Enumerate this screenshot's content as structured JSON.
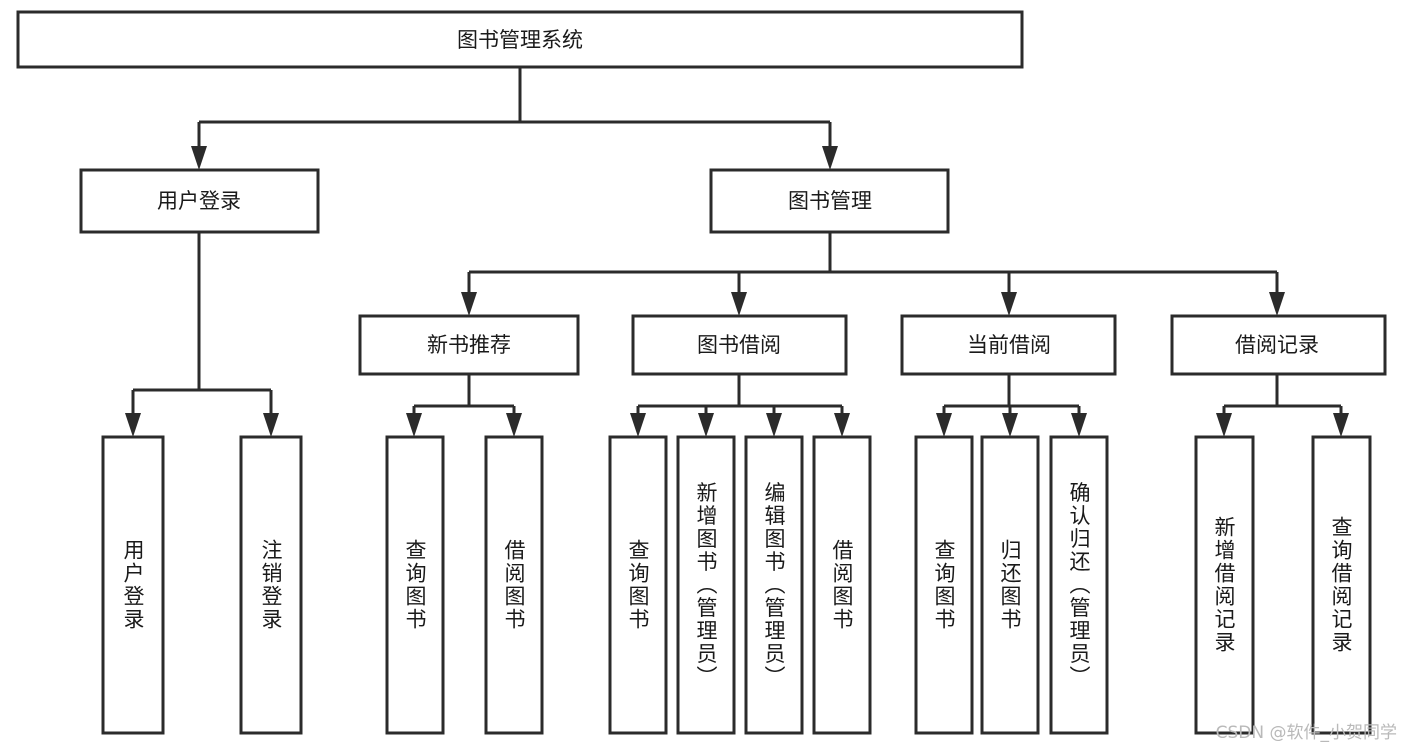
{
  "diagram": {
    "title": "图书管理系统",
    "type": "tree",
    "watermark": "CSDN @软件_小贺同学",
    "colors": {
      "stroke": "#2b2b2b",
      "fill": "#ffffff",
      "text": "#1a1a1a",
      "watermark": "#b9b9b9"
    },
    "root": {
      "label": "图书管理系统"
    },
    "level2": [
      {
        "label": "用户登录"
      },
      {
        "label": "图书管理"
      }
    ],
    "level3": [
      {
        "label": "新书推荐"
      },
      {
        "label": "图书借阅"
      },
      {
        "label": "当前借阅"
      },
      {
        "label": "借阅记录"
      }
    ],
    "leaves": {
      "user_login": [
        {
          "label": "用户登录"
        },
        {
          "label": "注销登录"
        }
      ],
      "new_book_recommend": [
        {
          "label": "查询图书"
        },
        {
          "label": "借阅图书"
        }
      ],
      "book_borrow": [
        {
          "label": "查询图书"
        },
        {
          "label": "新增图书（管理员）"
        },
        {
          "label": "编辑图书（管理员）"
        },
        {
          "label": "借阅图书"
        }
      ],
      "current_borrow": [
        {
          "label": "查询图书"
        },
        {
          "label": "归还图书"
        },
        {
          "label": "确认归还（管理员）"
        }
      ],
      "borrow_record": [
        {
          "label": "新增借阅记录"
        },
        {
          "label": "查询借阅记录"
        }
      ]
    }
  }
}
